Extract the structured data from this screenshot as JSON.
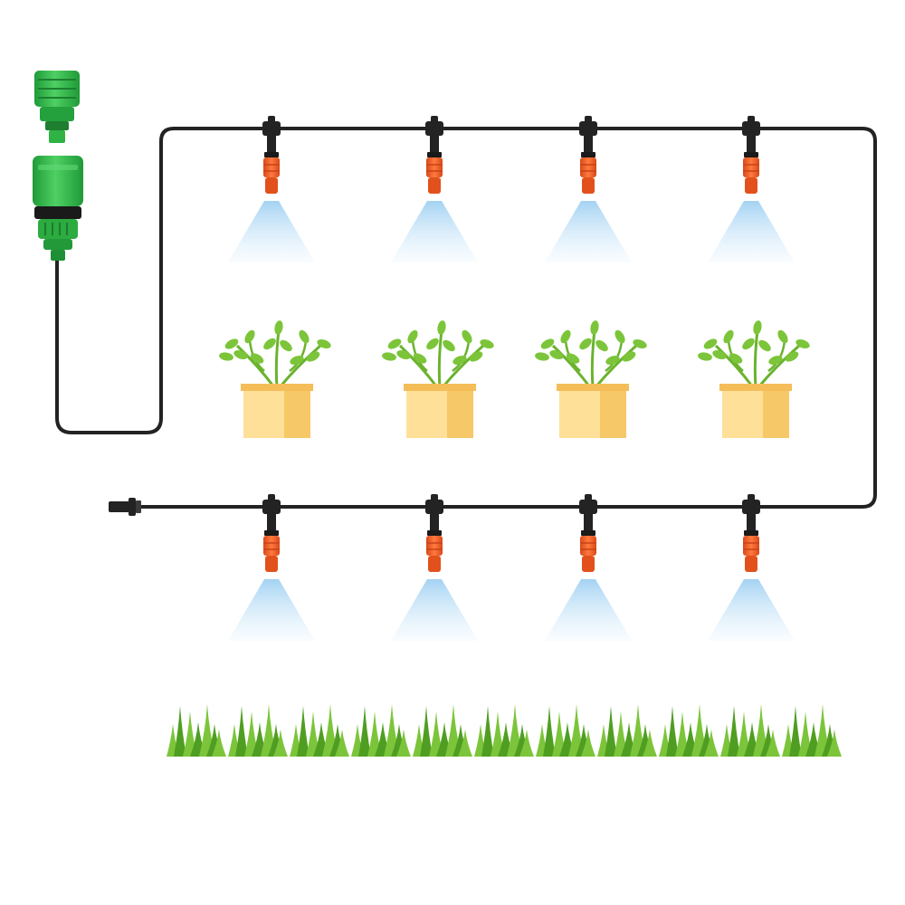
{
  "diagram": {
    "nozzle_rows": [
      {
        "row": "top",
        "nozzle_count": 4
      },
      {
        "row": "bottom",
        "nozzle_count": 4
      }
    ],
    "plant_pot_count": 4,
    "grass_tuft_count": 11
  },
  "colors": {
    "background": "#ffffff",
    "pipe": "#232323",
    "connector_green": "#33c04a",
    "connector_dark_green": "#1f8f36",
    "nozzle_orange": "#f0622a",
    "nozzle_tip": "#e2511c",
    "mist_blue": "#9fd0f2",
    "leaf_green": "#7cc53a",
    "stem_green": "#6ab32d",
    "pot_light": "#ffe099",
    "pot_dark": "#f7c867",
    "grass_dark": "#4f9e22",
    "grass_light": "#7cc53a"
  },
  "icons": {
    "connector": "hose-quick-connector-icon",
    "nozzle": "mist-nozzle-icon",
    "mist": "water-spray-icon",
    "plant": "potted-plant-icon",
    "grass": "grass-tuft-icon",
    "end_plug": "pipe-end-plug-icon"
  }
}
